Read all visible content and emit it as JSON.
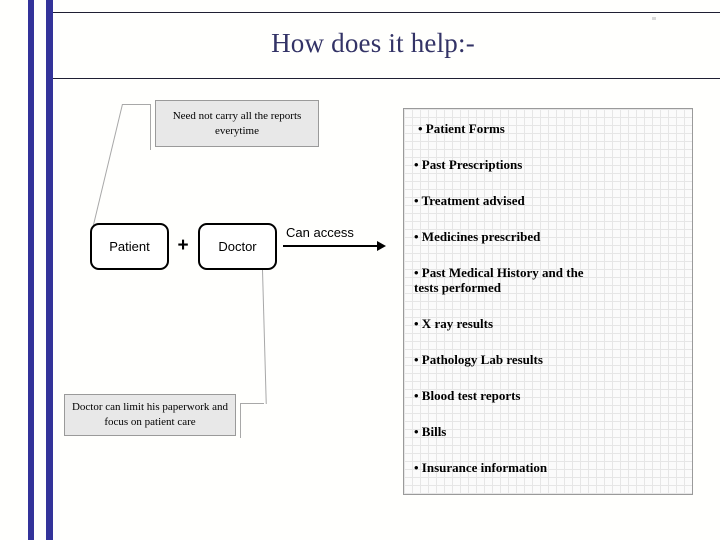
{
  "slide": {
    "title": "How does it help:-",
    "accent_color": "#333399",
    "title_color": "#333366",
    "background": "#fffffd"
  },
  "flow": {
    "callout_top": "Need not carry all the reports\neverytime",
    "callout_bottom": "Doctor can limit his paperwork\nand focus on patient care",
    "box_patient": "Patient",
    "box_doctor": "Doctor",
    "plus": "+",
    "arrow_label": "Can access"
  },
  "bullets": {
    "items": [
      "•  Patient Forms",
      "• Past Prescriptions",
      "• Treatment advised",
      "• Medicines prescribed",
      "• Past Medical History and the\n  tests performed",
      "• X ray results",
      "• Pathology Lab results",
      "• Blood test reports",
      "• Bills",
      "• Insurance information"
    ]
  }
}
